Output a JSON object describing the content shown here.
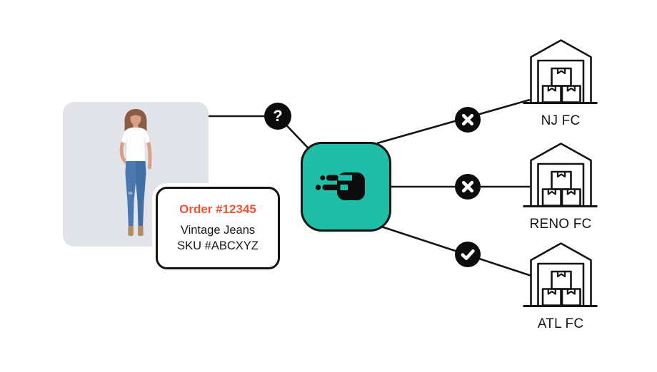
{
  "colors": {
    "teal": "#1FBEA7",
    "orange": "#F75134",
    "ink": "#141414",
    "photo_background": "#E3E4EA",
    "badge_background": "#0C0C0C"
  },
  "source_product": {
    "photo_alt": "model wearing white t-shirt and vintage jeans",
    "status_badge": "question-badge",
    "status_glyph": "?"
  },
  "order_card": {
    "title": "Order #12345",
    "product_name": "Vintage Jeans",
    "sku": "SKU #ABCXYZ"
  },
  "hub": {
    "icon": "fast-shipping-box-icon"
  },
  "warehouses": [
    {
      "label": "NJ FC",
      "status": "rejected",
      "status_badge": "cross-badge"
    },
    {
      "label": "RENO FC",
      "status": "rejected",
      "status_badge": "cross-badge"
    },
    {
      "label": "ATL FC",
      "status": "accepted",
      "status_badge": "check-badge"
    }
  ]
}
